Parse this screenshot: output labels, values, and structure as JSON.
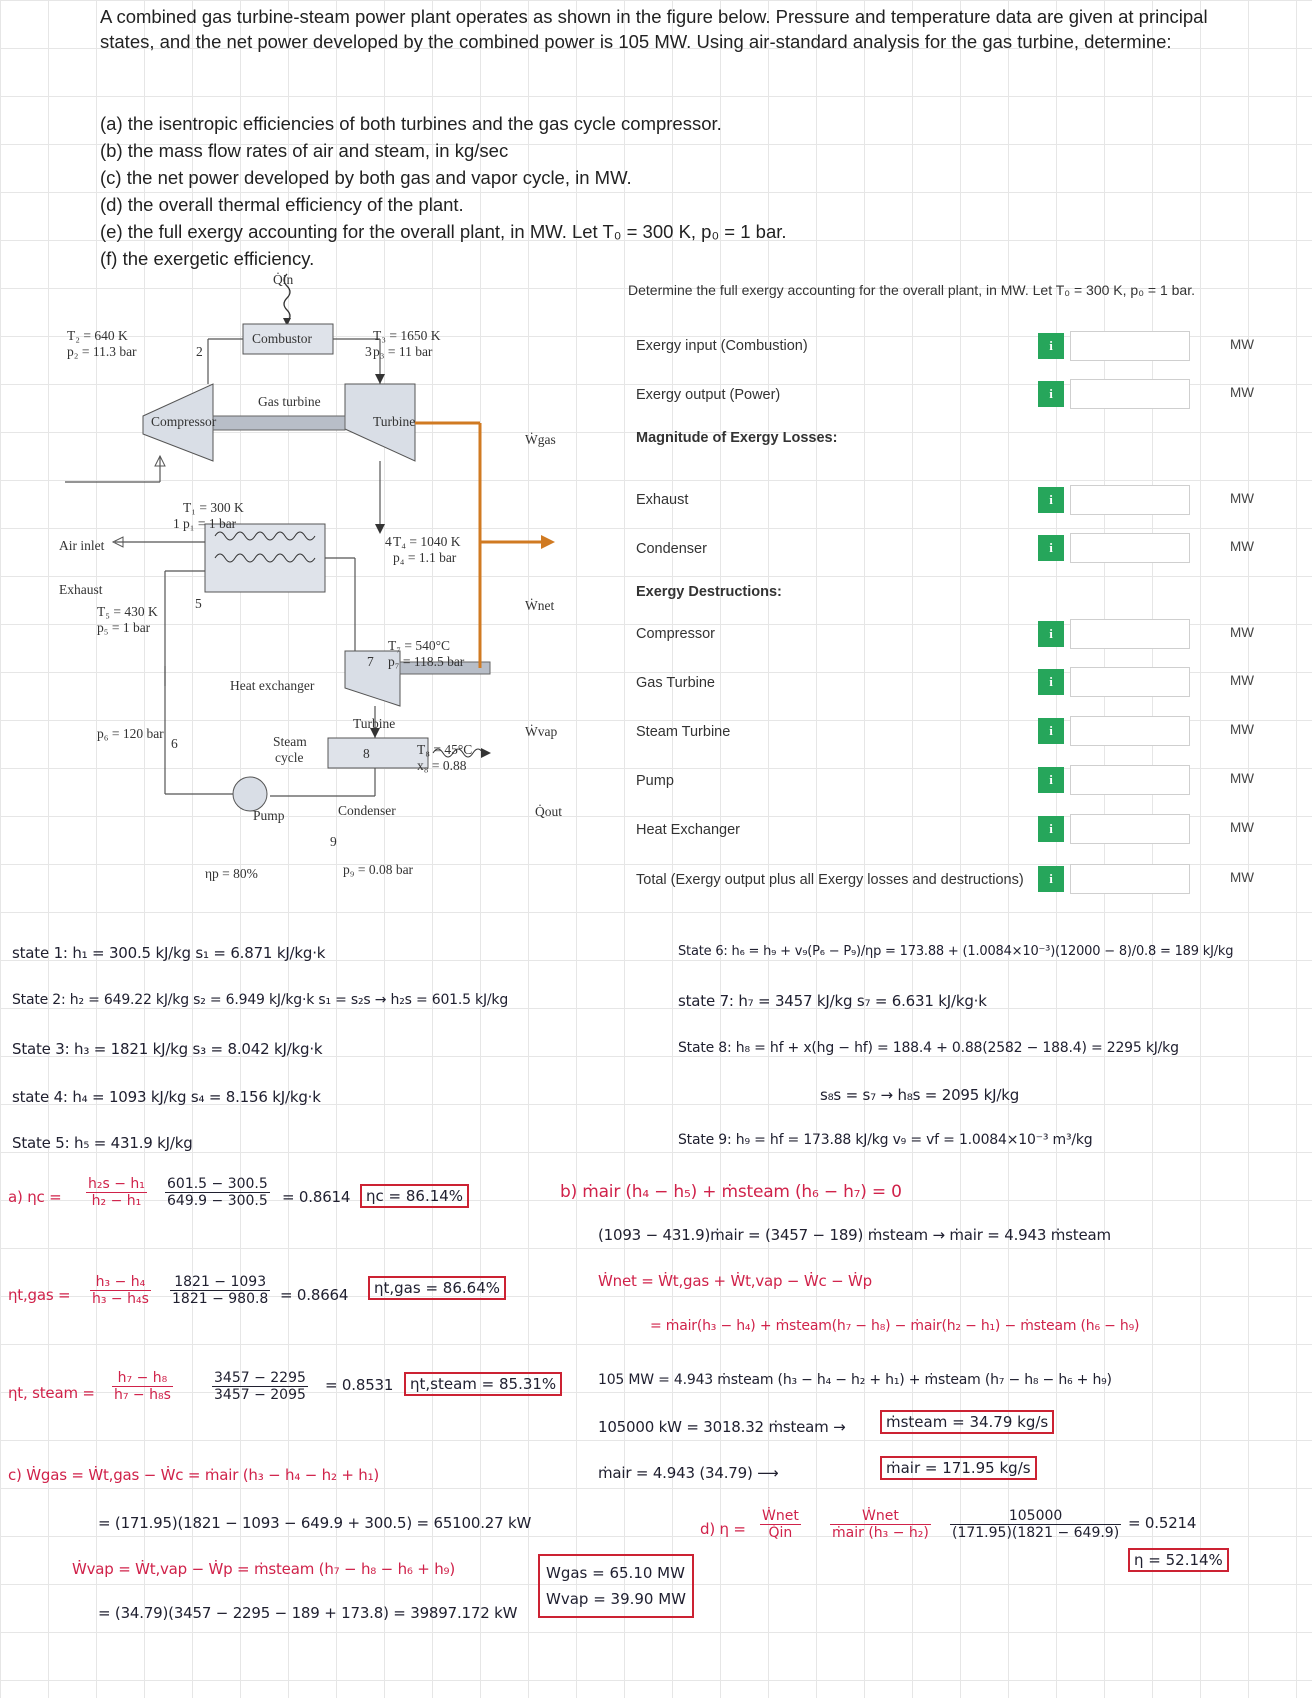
{
  "problem": {
    "intro": "A combined gas turbine-steam power plant operates as shown in the figure below. Pressure and temperature data are given at principal states, and the net power developed by the combined power is 105 MW. Using air-standard analysis for the gas turbine, determine:",
    "parts": [
      "(a) the isentropic efficiencies of both turbines and the gas cycle compressor.",
      "(b) the mass flow rates of air and steam, in kg/sec",
      "(c) the net power developed by both gas and vapor cycle, in MW.",
      "(d) the overall thermal efficiency of the plant.",
      "(e) the full exergy accounting for the overall plant, in MW. Let T₀ = 300 K, p₀ = 1 bar.",
      "(f) the exergetic efficiency."
    ]
  },
  "diagram": {
    "q_in": "Q̇in",
    "state2": "T₂ = 640 K",
    "state2p": "p₂ = 11.3 bar",
    "combustor": "Combustor",
    "state3": "T₃ = 1650 K",
    "state3p": "p₃ = 11 bar",
    "gas_turbine": "Gas turbine",
    "compressor": "Compressor",
    "turbine": "Turbine",
    "w_gas": "Ẇgas",
    "state1": "T₁ = 300 K",
    "state1p": "p₁ = 1 bar",
    "air_inlet": "Air inlet",
    "exhaust": "Exhaust",
    "state4": "T₄ = 1040 K",
    "state4p": "p₄ = 1.1 bar",
    "w_net": "Ẇnet",
    "state5": "T₅ = 430 K",
    "state5p": "p₅ = 1 bar",
    "n5": "5",
    "heat_exchanger": "Heat exchanger",
    "state7": "T₇ = 540°C",
    "state7p": "p₇ = 118.5 bar",
    "n7": "7",
    "state6p": "p₆ = 120 bar",
    "n6": "6",
    "steam_cycle_1": "Steam",
    "steam_cycle_2": "cycle",
    "turbine2": "Turbine",
    "w_vap": "Ẇvap",
    "state8": "T₈ = 45°C",
    "state8x": "x₈ = 0.88",
    "n8": "8",
    "pump": "Pump",
    "condenser": "Condenser",
    "q_out": "Q̇out",
    "n9": "9",
    "eta_p": "ηp = 80%",
    "state9p": "p₉ = 0.08 bar",
    "n2": "2",
    "n3": "3",
    "n1": "1",
    "n4": "4",
    "n7b": "7"
  },
  "exergy": {
    "question": "Determine the full exergy accounting for the overall plant, in MW. Let T₀ = 300 K, p₀ = 1 bar.",
    "rows": [
      {
        "label": "Exergy input (Combustion)",
        "unit": "MW",
        "value": ""
      },
      {
        "label": "Exergy output (Power)",
        "unit": "MW",
        "value": ""
      },
      {
        "label": "Exhaust",
        "unit": "MW",
        "value": ""
      },
      {
        "label": "Condenser",
        "unit": "MW",
        "value": ""
      },
      {
        "label": "Compressor",
        "unit": "MW",
        "value": ""
      },
      {
        "label": "Gas Turbine",
        "unit": "MW",
        "value": ""
      },
      {
        "label": "Steam Turbine",
        "unit": "MW",
        "value": ""
      },
      {
        "label": "Pump",
        "unit": "MW",
        "value": ""
      },
      {
        "label": "Heat Exchanger",
        "unit": "MW",
        "value": ""
      },
      {
        "label": "Total (Exergy output plus all Exergy losses and destructions)",
        "unit": "MW",
        "value": ""
      }
    ],
    "losses_header": "Magnitude of Exergy Losses:",
    "destructions_header": "Exergy Destructions:",
    "info_icon": "i"
  },
  "notes": {
    "s1": "state 1: h₁ = 300.5 kJ/kg   s₁ = 6.871 kJ/kg·k",
    "s2": "State 2: h₂ = 649.22 kJ/kg  s₂ = 6.949 kJ/kg·k   s₁ = s₂s → h₂s = 601.5 kJ/kg",
    "s3": "State 3: h₃ = 1821 kJ/kg   s₃ = 8.042 kJ/kg·k",
    "s4": "state 4: h₄ = 1093 kJ/kg   s₄ = 8.156 kJ/kg·k",
    "s5": "State 5: h₅ = 431.9 kJ/kg",
    "a_label": "a) ηc =",
    "a_f1n": "h₂s − h₁",
    "a_f1d": "h₂ − h₁",
    "a_f2n": "601.5 − 300.5",
    "a_f2d": "649.9 − 300.5",
    "a_res": "= 0.8614",
    "a_box": "ηc = 86.14%",
    "tg_label": "ηt,gas =",
    "tg_f1n": "h₃ − h₄",
    "tg_f1d": "h₃ − h₄s",
    "tg_f2n": "1821 − 1093",
    "tg_f2d": "1821 − 980.8",
    "tg_res": "= 0.8664",
    "tg_box": "ηt,gas = 86.64%",
    "ts_label": "ηt, steam =",
    "ts_f1n": "h₇ − h₈",
    "ts_f1d": "h₇ − h₈s",
    "ts_f2n": "3457 − 2295",
    "ts_f2d": "3457 − 2095",
    "ts_res": "= 0.8531",
    "ts_box": "ηt,steam = 85.31%",
    "c1": "c) Ẇgas = Ẇt,gas − Ẇc = ṁair (h₃ − h₄ − h₂ + h₁)",
    "c2": "= (171.95)(1821 − 1093 − 649.9 + 300.5) = 65100.27 kW",
    "c3": "Ẇvap = Ẇt,vap − Ẇp = ṁsteam (h₇ − h₈ − h₆ + h₉)",
    "c4": "= (34.79)(3457 − 2295 − 189 + 173.8) = 39897.172 kW",
    "c_box1": "Wgas = 65.10 MW",
    "c_box2": "Wvap = 39.90 MW",
    "s6": "State 6: h₆ = h₉ + v₉(P₆ − P₉)/ηp = 173.88 + (1.0084×10⁻³)(12000 − 8)/0.8 = 189 kJ/kg",
    "s7": "state 7: h₇ = 3457 kJ/kg    s₇ = 6.631 kJ/kg·k",
    "s8": "State 8: h₈ = hf + x(hg − hf) = 188.4 + 0.88(2582 − 188.4) = 2295 kJ/kg",
    "s8b": "s₈s = s₇  →  h₈s = 2095 kJ/kg",
    "s9": "State 9: h₉ = hf = 173.88 kJ/kg   v₉ = vf = 1.0084×10⁻³ m³/kg",
    "b1": "b) ṁair (h₄ − h₅) + ṁsteam (h₆ − h₇) = 0",
    "b2": "(1093 − 431.9)ṁair = (3457 − 189) ṁsteam  →  ṁair = 4.943 ṁsteam",
    "b3": "Ẇnet = Ẇt,gas + Ẇt,vap − Ẇc − Ẇp",
    "b4": "= ṁair(h₃ − h₄) + ṁsteam(h₇ − h₈) − ṁair(h₂ − h₁) − ṁsteam (h₆ − h₉)",
    "b5": "105 MW = 4.943 ṁsteam (h₃ − h₄ − h₂ + h₁) + ṁsteam (h₇ − h₈ − h₆ + h₉)",
    "b6": "105000 kW = 3018.32 ṁsteam  →",
    "b6box": "ṁsteam = 34.79 kg/s",
    "b7": "ṁair = 4.943 (34.79)   ⟶",
    "b7box": "ṁair = 171.95 kg/s",
    "d_label": "d) η =",
    "d_f1n": "Ẇnet",
    "d_f1d": "Q̇in",
    "d_f2n": "Ẇnet",
    "d_f2d": "ṁair (h₃ − h₂)",
    "d_f3n": "105000",
    "d_f3d": "(171.95)(1821 − 649.9)",
    "d_res": "= 0.5214",
    "d_box": "η = 52.14%"
  }
}
